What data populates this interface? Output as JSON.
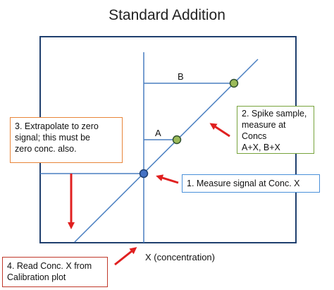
{
  "title": "Standard Addition",
  "x_axis_label": "X (concentration)",
  "segment_labels": {
    "b": "B",
    "a": "A"
  },
  "callouts": {
    "measure": "1. Measure signal at Conc. X",
    "spike": "2. Spike sample,\nmeasure at Concs\nA+X, B+X",
    "extrapolate": "3. Extrapolate to zero\nsignal; this must be\nzero conc. also.",
    "read": "4. Read Conc. X from\nCalibration plot"
  },
  "colors": {
    "line": "#4a7fc1",
    "measured_point": "#4472c4",
    "spike_points": "#9bbb59",
    "arrows": "#e02020",
    "callout_measure_border": "#4a90d9",
    "callout_spike_border": "#77a33c",
    "callout_extrapolate_border": "#e8853a",
    "callout_read_border": "#c0392b"
  }
}
